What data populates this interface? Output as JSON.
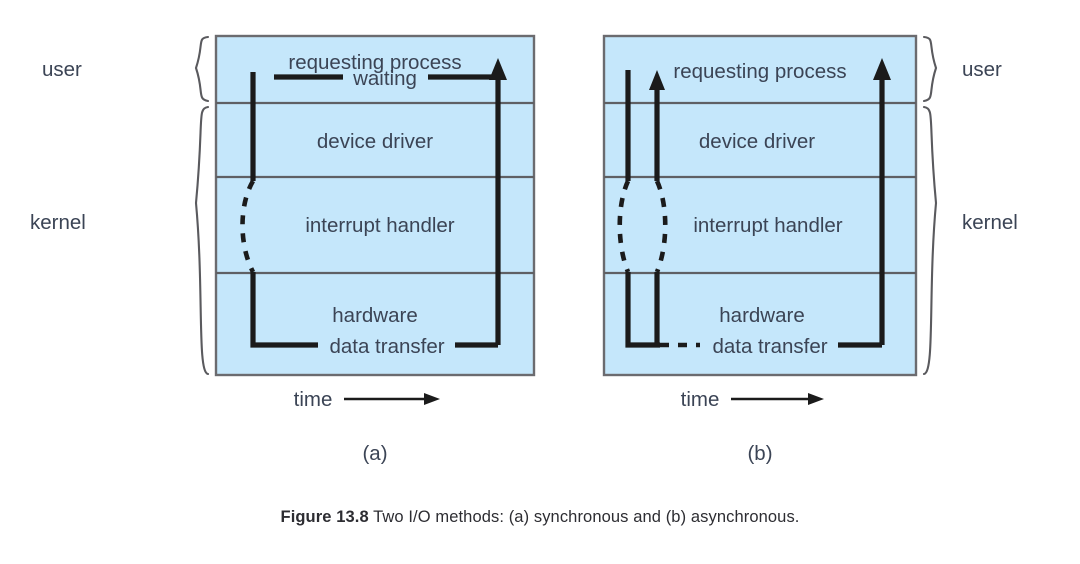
{
  "figure": {
    "caption_label": "Figure 13.8",
    "caption_text": "Two I/O methods: (a) synchronous and (b) asynchronous.",
    "colors": {
      "panel_fill": "#c5e7fb",
      "panel_border": "#6b6b6f",
      "divider": "#5f6064",
      "flow_line": "#1b1b1b",
      "brace": "#5a5a5e",
      "label_text": "#3b4455",
      "caption_text": "#2d2d32",
      "background": "#ffffff"
    }
  },
  "panels": [
    {
      "id": "a",
      "sub_label": "(a)",
      "time_label": "time",
      "time_arrow_icon": "arrow-right-icon",
      "rows": [
        {
          "key": "requesting-process",
          "label": "requesting process"
        },
        {
          "key": "device-driver",
          "label": "device driver"
        },
        {
          "key": "interrupt-handler",
          "label": "interrupt handler"
        },
        {
          "key": "hardware-data-transfer",
          "label_line1": "hardware",
          "label_line2": "data transfer"
        }
      ],
      "inline_labels": [
        {
          "key": "waiting",
          "label": "waiting"
        }
      ],
      "side_braces": [
        {
          "key": "user",
          "label": "user",
          "side": "left",
          "spans_rows": [
            1
          ]
        },
        {
          "key": "kernel",
          "label": "kernel",
          "side": "left",
          "spans_rows": [
            2,
            3,
            4
          ]
        }
      ]
    },
    {
      "id": "b",
      "sub_label": "(b)",
      "time_label": "time",
      "time_arrow_icon": "arrow-right-icon",
      "rows": [
        {
          "key": "requesting-process",
          "label": "requesting process"
        },
        {
          "key": "device-driver",
          "label": "device driver"
        },
        {
          "key": "interrupt-handler",
          "label": "interrupt handler"
        },
        {
          "key": "hardware-data-transfer",
          "label_line1": "hardware",
          "label_line2": "data transfer"
        }
      ],
      "inline_labels": [],
      "side_braces": [
        {
          "key": "user",
          "label": "user",
          "side": "right",
          "spans_rows": [
            1
          ]
        },
        {
          "key": "kernel",
          "label": "kernel",
          "side": "right",
          "spans_rows": [
            2,
            3,
            4
          ]
        }
      ]
    }
  ]
}
